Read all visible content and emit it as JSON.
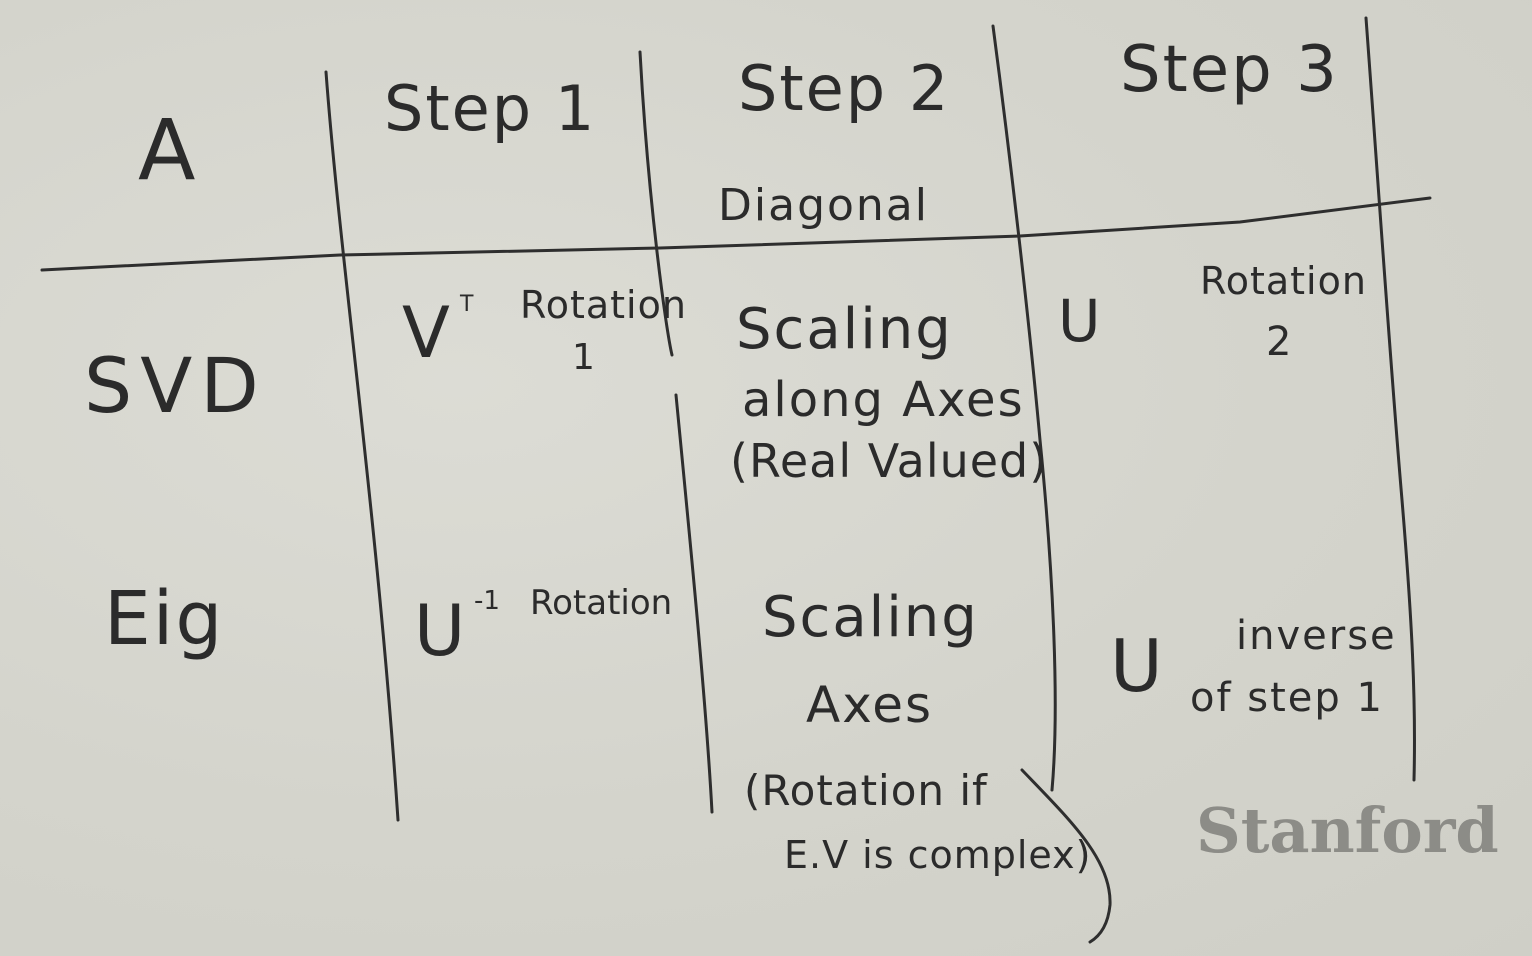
{
  "header": {
    "a": "A",
    "step1": "Step 1",
    "step2": "Step 2",
    "step2_note": "Diagonal",
    "step3": "Step 3"
  },
  "svd": {
    "label": "SVD",
    "step1_symbol": "V",
    "step1_sup": "T",
    "step1_note": "Rotation",
    "step1_note2": "1",
    "step2_line1": "Scaling",
    "step2_line2": "along Axes",
    "step2_line3": "(Real Valued)",
    "step3_symbol": "U",
    "step3_note": "Rotation",
    "step3_note2": "2"
  },
  "eig": {
    "label": "Eig",
    "step1_symbol": "U",
    "step1_sup": "-1",
    "step1_note": "Rotation",
    "step2_line1": "Scaling",
    "step2_line2": "Axes",
    "step2_line3": "(Rotation if",
    "step2_line4": "E.V is complex)",
    "step3_symbol": "U",
    "step3_note1": "inverse",
    "step3_note2": "of step 1"
  },
  "watermark": "Stanford",
  "colors": {
    "board": "#d6d6cf",
    "ink": "#2b2b2b",
    "watermark": "#8c8c87"
  }
}
